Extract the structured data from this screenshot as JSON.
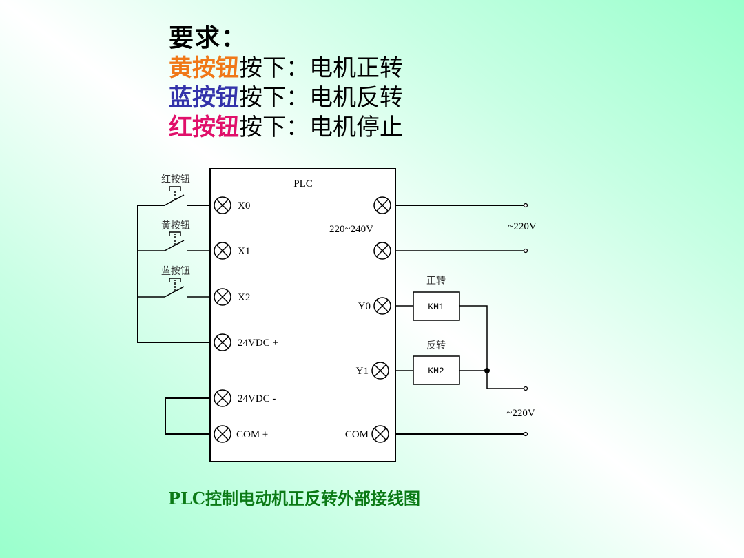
{
  "requirements": {
    "title": "要求：",
    "lines": [
      {
        "button": "黄按钮",
        "action": "按下：电机正转",
        "color": "#f07818"
      },
      {
        "button": "蓝按钮",
        "action": "按下：电机反转",
        "color": "#3333aa"
      },
      {
        "button": "红按钮",
        "action": "按下：电机停止",
        "color": "#e0106a"
      }
    ]
  },
  "diagram": {
    "plc_label": "PLC",
    "power_label": "220~240V",
    "switches": [
      {
        "label": "红按钮",
        "terminal": "X0"
      },
      {
        "label": "黄按钮",
        "terminal": "X1"
      },
      {
        "label": "蓝按钮",
        "terminal": "X2"
      }
    ],
    "left_terminals": [
      "X0",
      "X1",
      "X2",
      "24VDC +",
      "24VDC -",
      "COM ±"
    ],
    "right_terminals": [
      "Y0",
      "Y1",
      "COM"
    ],
    "relays": [
      {
        "name": "KM1",
        "label": "正转"
      },
      {
        "name": "KM2",
        "label": "反转"
      }
    ],
    "supply_top": "~220V",
    "supply_bottom": "~220V"
  },
  "caption": "PLC控制电动机正反转外部接线图",
  "colors": {
    "caption": "#0b7a16",
    "wire": "#000000"
  }
}
